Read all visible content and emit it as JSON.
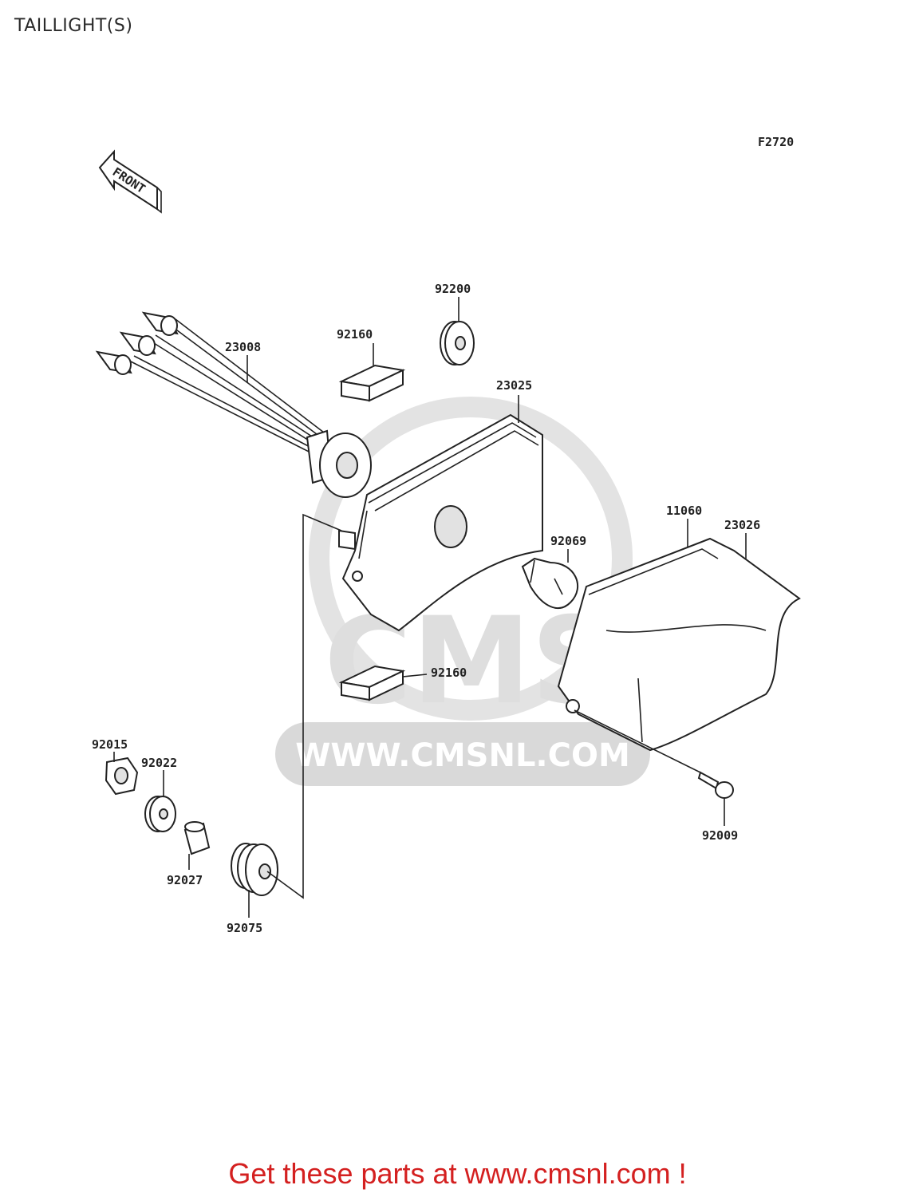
{
  "title": "TAILLIGHT(S)",
  "figure_code": "F2720",
  "direction_label": "FRONT",
  "watermark": {
    "brand": "CMS",
    "url": "WWW.CMSNL.COM"
  },
  "parts": [
    {
      "id": "23008"
    },
    {
      "id": "92160"
    },
    {
      "id": "92200"
    },
    {
      "id": "23025"
    },
    {
      "id": "11060"
    },
    {
      "id": "23026"
    },
    {
      "id": "92069"
    },
    {
      "id": "92160"
    },
    {
      "id": "92015"
    },
    {
      "id": "92022"
    },
    {
      "id": "92027"
    },
    {
      "id": "92075"
    },
    {
      "id": "92009"
    }
  ],
  "footer": "Get these parts at www.cmsnl.com !",
  "colors": {
    "footer": "#d42020",
    "lines": "#222222",
    "watermark": "#d9d9d9"
  }
}
